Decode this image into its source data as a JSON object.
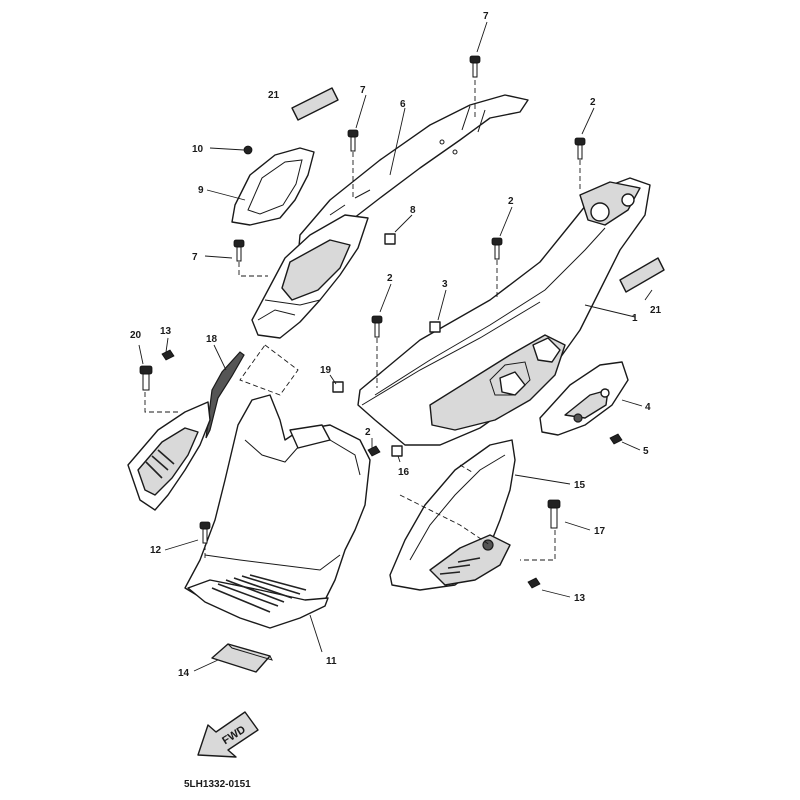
{
  "diagram": {
    "figure_code": "5LH1332-0151",
    "direction_arrow": "FWD",
    "callouts": {
      "c1": "1",
      "c2a": "2",
      "c2b": "2",
      "c2c": "2",
      "c2d": "2",
      "c3": "3",
      "c4": "4",
      "c5": "5",
      "c6": "6",
      "c7a": "7",
      "c7b": "7",
      "c7c": "7",
      "c8": "8",
      "c9": "9",
      "c10": "10",
      "c11": "11",
      "c12": "12",
      "c13a": "13",
      "c13b": "13",
      "c14": "14",
      "c15": "15",
      "c16": "16",
      "c17": "17",
      "c18": "18",
      "c19": "19",
      "c20": "20",
      "c21a": "21",
      "c21b": "21"
    }
  }
}
